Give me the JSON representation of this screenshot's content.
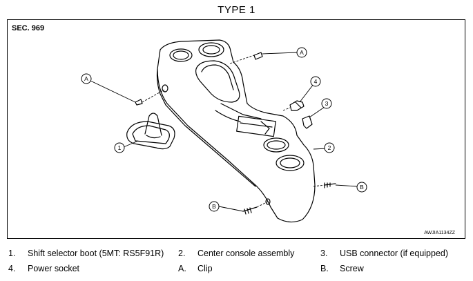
{
  "figure": {
    "title": "TYPE 1",
    "section": "SEC. 969",
    "image_code": "AWJIA1134ZZ"
  },
  "callouts": {
    "a_top": "A",
    "a_left": "A",
    "n4": "4",
    "n3": "3",
    "n2": "2",
    "n1": "1",
    "b_right": "B",
    "b_bottom": "B"
  },
  "legend": {
    "row1": [
      {
        "num": "1.",
        "text": "Shift selector boot (5MT: RS5F91R)"
      },
      {
        "num": "2.",
        "text": "Center console assembly"
      },
      {
        "num": "3.",
        "text": "USB connector (if equipped)"
      }
    ],
    "row2": [
      {
        "num": "4.",
        "text": "Power socket"
      },
      {
        "num": "A.",
        "text": "Clip"
      },
      {
        "num": "B.",
        "text": "Screw"
      }
    ]
  }
}
